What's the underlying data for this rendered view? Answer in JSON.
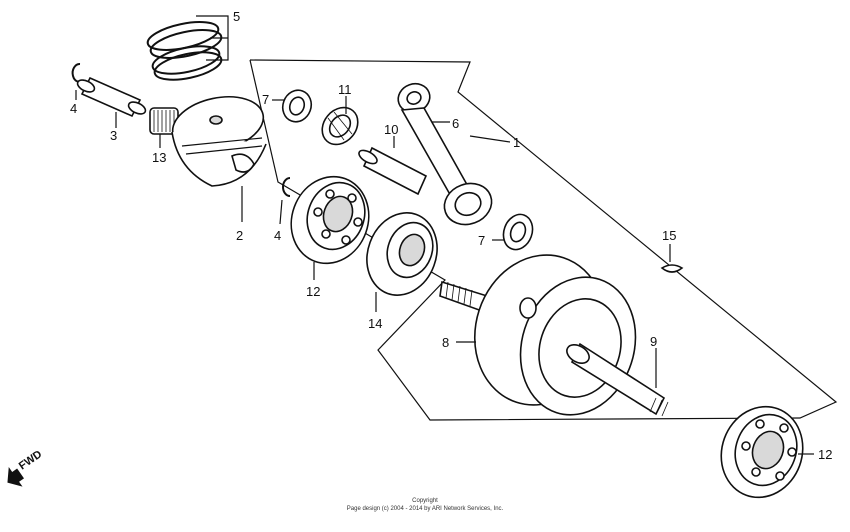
{
  "diagram": {
    "callouts": {
      "c1": "1",
      "c2": "2",
      "c3": "3",
      "c4a": "4",
      "c4b": "4",
      "c5": "5",
      "c6": "6",
      "c7a": "7",
      "c7b": "7",
      "c8": "8",
      "c9": "9",
      "c10": "10",
      "c11": "11",
      "c12a": "12",
      "c12b": "12",
      "c13": "13",
      "c14": "14",
      "c15": "15"
    },
    "fwd_label": "FWD",
    "copyright_line1": "Copyright",
    "copyright_line2": "Page design (c) 2004 - 2014 by ARI Network Services, Inc."
  }
}
